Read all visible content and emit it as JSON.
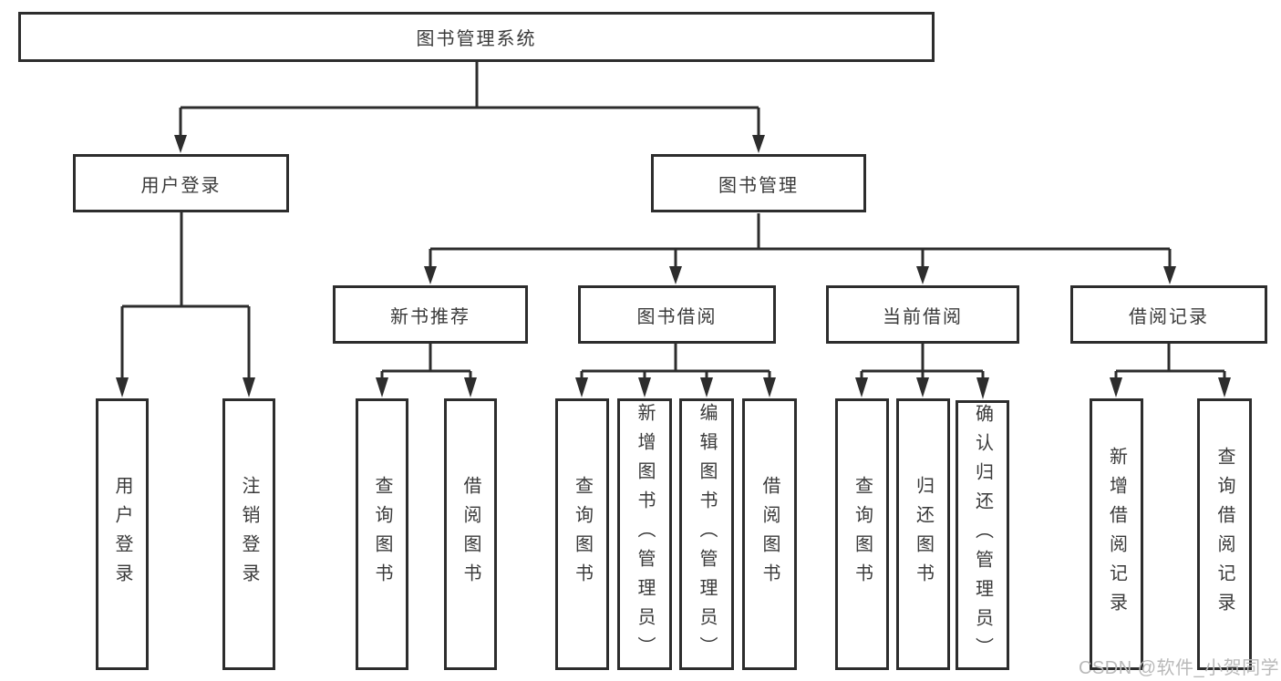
{
  "diagram": {
    "type": "hierarchy-tree",
    "root": {
      "label": "图书管理系统"
    },
    "branches": {
      "user_login": {
        "label": "用户登录",
        "children": {
          "login": {
            "label": "用户登录"
          },
          "logout": {
            "label": "注销登录"
          }
        }
      },
      "book_management": {
        "label": "图书管理",
        "children": {
          "new_book_recommend": {
            "label": "新书推荐",
            "children": {
              "query_books": {
                "label": "查询图书"
              },
              "borrow_books": {
                "label": "借阅图书"
              }
            }
          },
          "book_borrowing": {
            "label": "图书借阅",
            "children": {
              "query_books": {
                "label": "查询图书"
              },
              "add_books": {
                "label": "新增图书（管理员）"
              },
              "edit_books": {
                "label": "编辑图书（管理员）"
              },
              "borrow_books": {
                "label": "借阅图书"
              }
            }
          },
          "current_borrowing": {
            "label": "当前借阅",
            "children": {
              "query_books": {
                "label": "查询图书"
              },
              "return_books": {
                "label": "归还图书"
              },
              "confirm_return": {
                "label": "确认归还（管理员）"
              }
            }
          },
          "borrow_records": {
            "label": "借阅记录",
            "children": {
              "add_record": {
                "label": "新增借阅记录"
              },
              "query_record": {
                "label": "查询借阅记录"
              }
            }
          }
        }
      }
    },
    "watermark": "CSDN @软件_小贺同学",
    "colors": {
      "line": "#2d2d2d",
      "box_border": "#2d2d2d",
      "text": "#3a3a3a",
      "background": "#ffffff",
      "watermark": "#b9b9b9"
    }
  }
}
